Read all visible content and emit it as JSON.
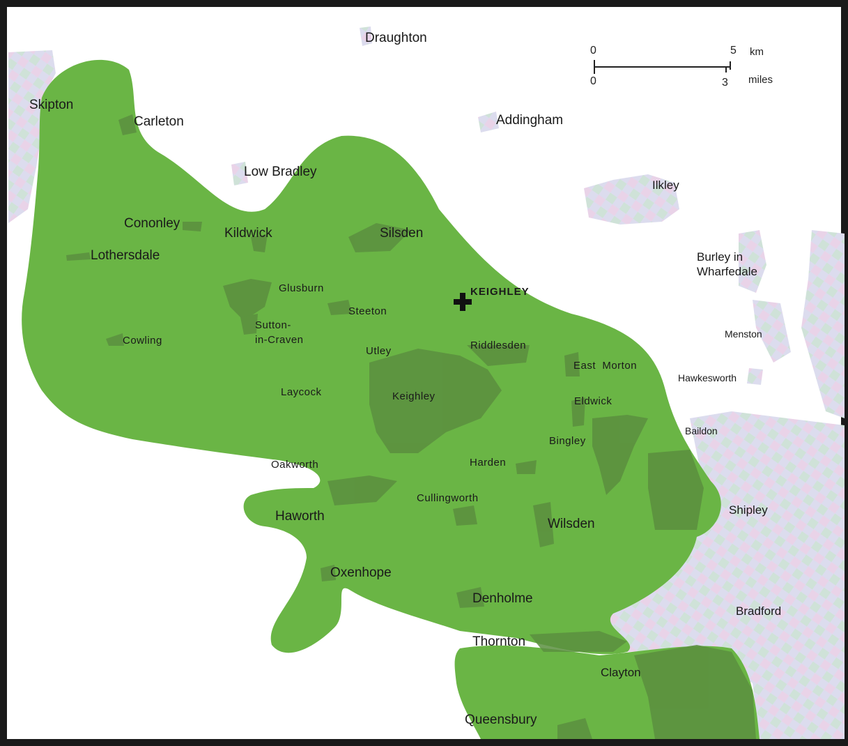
{
  "map": {
    "colors": {
      "area_fill": "#6ab545",
      "settlement_in_area": "#5e9a3f",
      "urban_outside": "#d9d4e6",
      "frame": "#1a1a1a",
      "background": "#ffffff"
    },
    "legend_icons": {
      "marker": "cross-icon"
    },
    "scale_bar": {
      "km_start": "0",
      "km_end": "5",
      "km_unit": "km",
      "miles_start": "0",
      "miles_end": "3",
      "miles_unit": "miles"
    },
    "places": {
      "draughton": "Draughton",
      "skipton": "Skipton",
      "carleton": "Carleton",
      "addingham": "Addingham",
      "low_bradley": "Low Bradley",
      "ilkley": "Ilkley",
      "cononley": "Cononley",
      "kildwick": "Kildwick",
      "silsden": "Silsden",
      "lothersdale": "Lothersdale",
      "burley": "Burley in\nWharfedale",
      "glusburn": "Glusburn",
      "keighley_marker": "KEIGHLEY",
      "steeton": "Steeton",
      "sutton": "Sutton-\nin-Craven",
      "menston": "Menston",
      "cowling": "Cowling",
      "utley": "Utley",
      "riddlesden": "Riddlesden",
      "east_morton": "East  Morton",
      "hawkesworth": "Hawkesworth",
      "laycock": "Laycock",
      "keighley": "Keighley",
      "eldwick": "Eldwick",
      "baildon": "Baildon",
      "bingley": "Bingley",
      "oakworth": "Oakworth",
      "harden": "Harden",
      "cullingworth": "Cullingworth",
      "haworth": "Haworth",
      "shipley": "Shipley",
      "wilsden": "Wilsden",
      "oxenhope": "Oxenhope",
      "denholme": "Denholme",
      "bradford": "Bradford",
      "thornton": "Thornton",
      "clayton": "Clayton",
      "queensbury": "Queensbury"
    }
  }
}
